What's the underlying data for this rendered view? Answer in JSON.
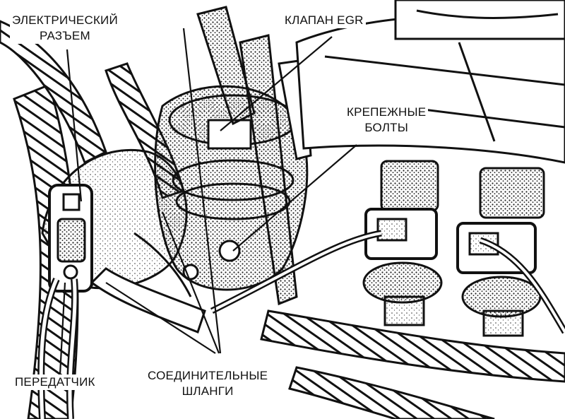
{
  "callouts": {
    "connector": {
      "line1": "ЭЛЕКТРИЧЕСКИЙ",
      "line2": "РАЗЪЕМ"
    },
    "egr_valve": {
      "line1": "КЛАПАН EGR"
    },
    "bolts": {
      "line1": "КРЕПЕЖНЫЕ",
      "line2": "БОЛТЫ"
    },
    "sender": {
      "line1": "ПЕРЕДАТЧИК"
    },
    "hoses": {
      "line1": "СОЕДИНИТЕЛЬНЫЕ",
      "line2": "ШЛАНГИ"
    }
  },
  "colors": {
    "ink": "#111111",
    "paper": "#ffffff",
    "stipple": "#555555"
  }
}
